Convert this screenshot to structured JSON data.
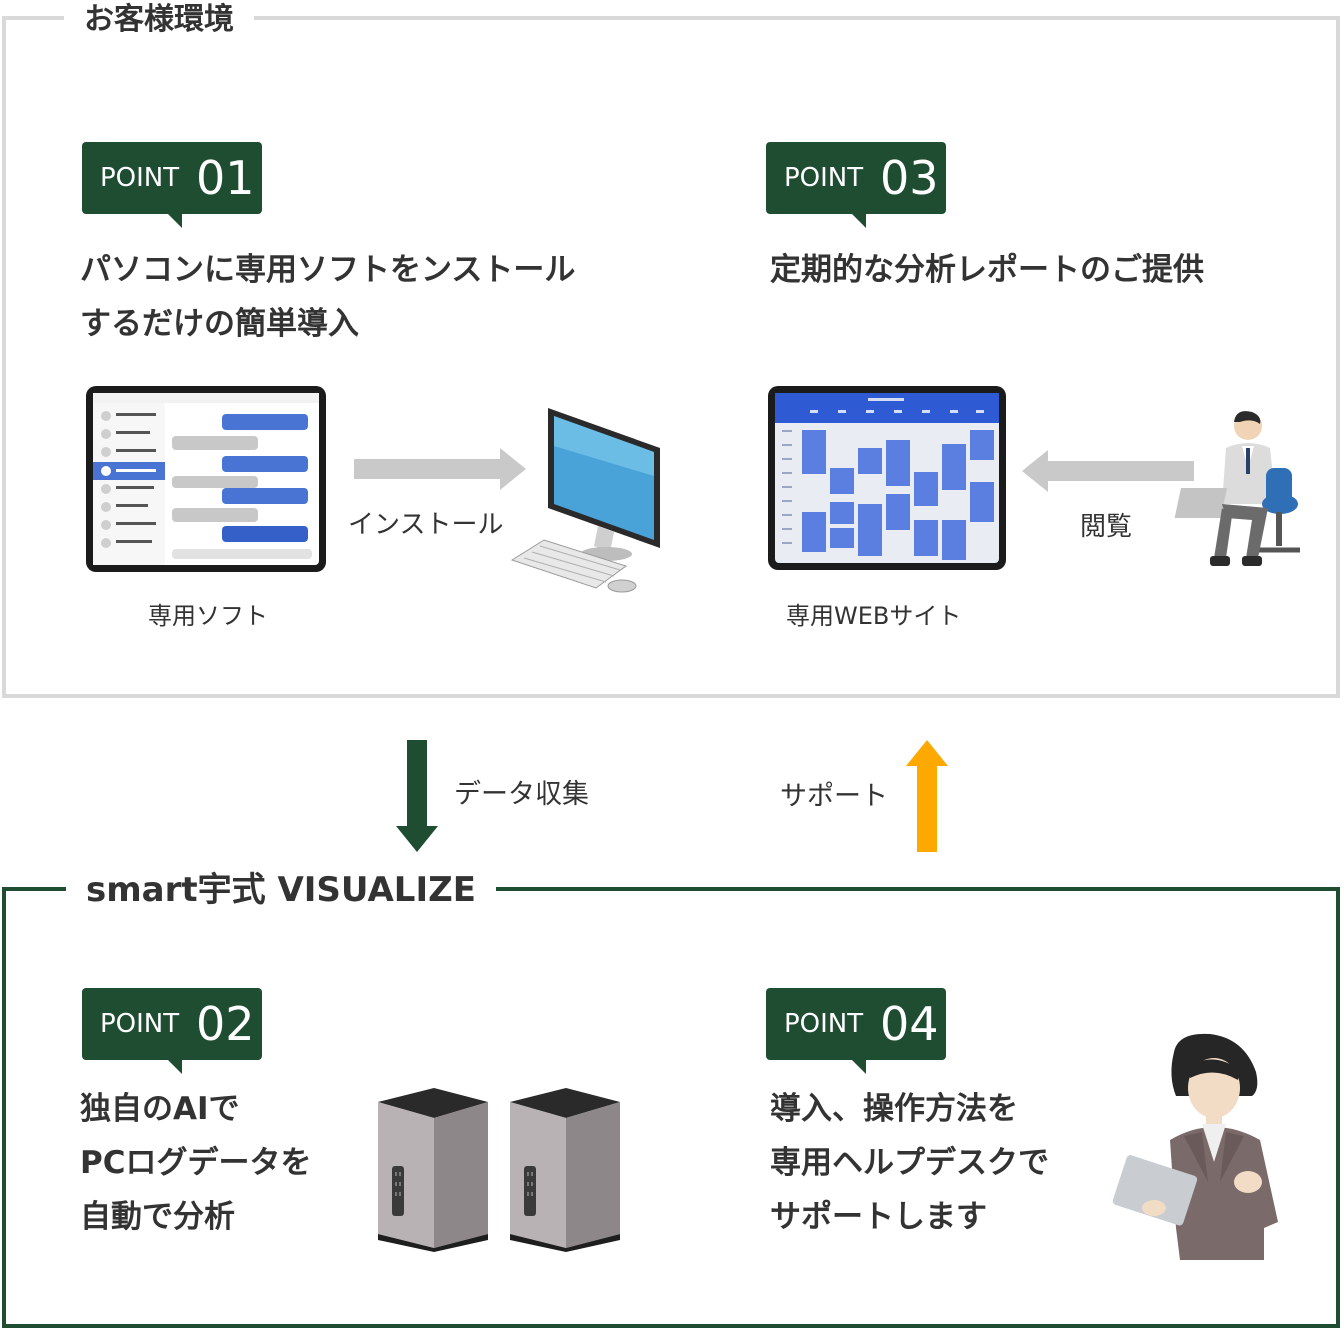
{
  "customer_env": {
    "title": "お客様環境",
    "point01": {
      "badge_word": "POINT",
      "badge_num": "01",
      "heading_line1": "パソコンに専用ソフトをンストール",
      "heading_line2": "するだけの簡単導入",
      "software_caption": "専用ソフト",
      "install_label": "インストール"
    },
    "point03": {
      "badge_word": "POINT",
      "badge_num": "03",
      "heading": "定期的な分析レポートのご提供",
      "web_caption": "専用WEBサイト",
      "view_label": "閲覧"
    }
  },
  "flow": {
    "data_collect_label": "データ収集",
    "support_label": "サポート",
    "down_arrow_color": "#1e4d32",
    "up_arrow_color": "#ffa800"
  },
  "visualize": {
    "title": "smart宇式 VISUALIZE",
    "point02": {
      "badge_word": "POINT",
      "badge_num": "02",
      "line1": "独自のAIで",
      "line2": "PCログデータを",
      "line3": "自動で分析"
    },
    "point04": {
      "badge_word": "POINT",
      "badge_num": "04",
      "line1": "導入、操作方法を",
      "line2": "専用ヘルプデスクで",
      "line3": "サポートします"
    }
  },
  "colors": {
    "brand_green": "#1e4d32",
    "frame_gray": "#d9d9d9",
    "accent_orange": "#ffa800",
    "chat_blue": "#4a74d4"
  }
}
